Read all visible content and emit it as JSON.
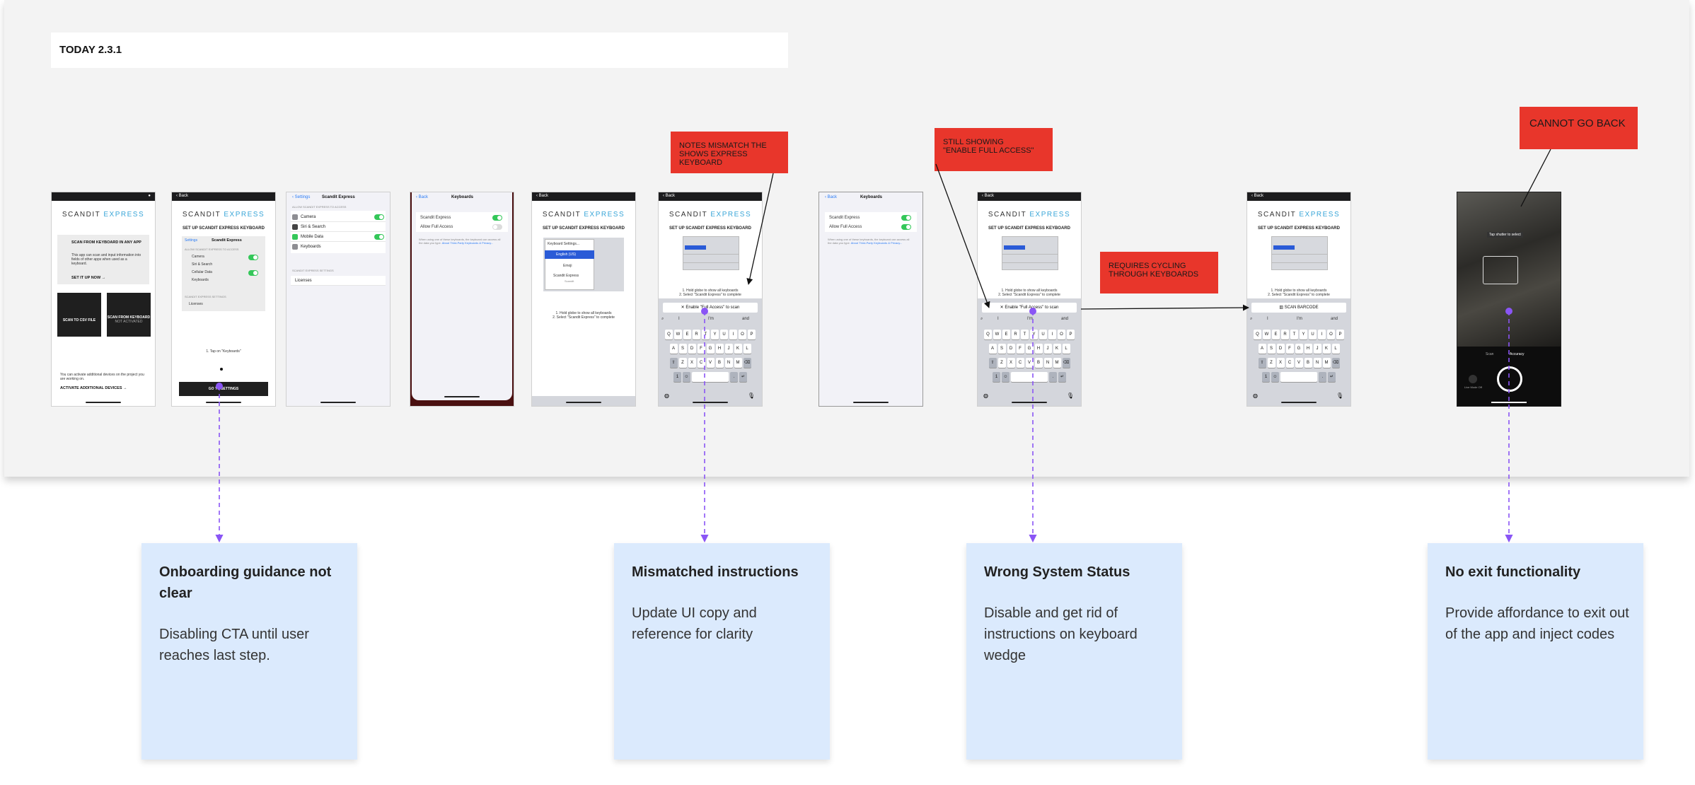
{
  "board": {
    "title": "TODAY 2.3.1"
  },
  "screens": {
    "s1": {
      "logo_a": "SCANDIT",
      "logo_b": "EXPRESS",
      "heading": "SCAN FROM KEYBOARD IN ANY APP",
      "body": "This app can scan and input information into fields of other apps when used as a keyboard.",
      "link": "SET IT UP NOW →",
      "tile_left": "SCAN TO CSV FILE",
      "tile_right": "SCAN FROM KEYBOARD",
      "tile_right_sub": "NOT ACTIVATED",
      "footer": "You can activate additional devices on the project you are working on.",
      "footer_link": "ACTIVATE ADDITIONAL DEVICES →"
    },
    "s2": {
      "back": "Back",
      "logo_a": "SCANDIT",
      "logo_b": "EXPRESS",
      "title": "SET UP SCANDIT EXPRESS KEYBOARD",
      "crumb_left": "Settings",
      "crumb_right": "Scandit Express",
      "section": "ALLOW SCANDIT EXPRESS TO ACCESS",
      "rows": [
        "Camera",
        "Siri & Search",
        "Cellular Data",
        "Keyboards"
      ],
      "section2": "SCANDIT EXPRESS SETTINGS",
      "row_licenses": "Licenses",
      "step": "1. Tap on \"Keyboards\"",
      "cta": "GO TO SETTINGS"
    },
    "s3": {
      "back": "Settings",
      "nav_title": "Scandit Express",
      "section": "ALLOW SCANDIT EXPRESS TO ACCESS",
      "rows": [
        "Camera",
        "Siri & Search",
        "Mobile Data",
        "Keyboards"
      ],
      "section2": "SCANDIT EXPRESS SETTINGS",
      "row_licenses": "Licenses"
    },
    "s4": {
      "back": "Back",
      "nav_title": "Keyboards",
      "row1": "Scandit Express",
      "row2": "Allow Full Access",
      "note": "When using one of these keyboards, the keyboard can access all the data you type.",
      "note_link": "About Third-Party Keyboards & Privacy..."
    },
    "s5": {
      "back": "Back",
      "logo_a": "SCANDIT",
      "logo_b": "EXPRESS",
      "title": "SET UP SCANDIT EXPRESS KEYBOARD",
      "menu": [
        "Keyboard Settings...",
        "English (US)",
        "Emoji",
        "Scandit Express"
      ],
      "menu_sub": "Scandit",
      "steps": "1. Hold globe to show all keyboards\n2. Select \"Scandit Express\" to complete"
    },
    "s6": {
      "back": "Back",
      "logo_a": "SCANDIT",
      "logo_b": "EXPRESS",
      "title": "SET UP SCANDIT EXPRESS KEYBOARD",
      "steps": "1. Hold globe to show all keyboards\n2. Select \"Scandit Express\" to complete",
      "banner": "Enable \"Full Access\" to scan",
      "suggestions": [
        "I",
        "I'm",
        "and"
      ]
    },
    "s7": {
      "back": "Back",
      "nav_title": "Keyboards",
      "row1": "Scandit Express",
      "row2": "Allow Full Access",
      "note": "When using one of these keyboards, the keyboard can access all the data you type.",
      "note_link": "About Third-Party Keyboards & Privacy..."
    },
    "s8": {
      "back": "Back",
      "logo_a": "SCANDIT",
      "logo_b": "EXPRESS",
      "title": "SET UP SCANDIT EXPRESS KEYBOARD",
      "steps": "1. Hold globe to show all keyboards\n2. Select \"Scandit Express\" to complete",
      "banner": "Enable \"Full Access\" to scan",
      "suggestions": [
        "I",
        "I'm",
        "and"
      ]
    },
    "s9": {
      "back": "Back",
      "logo_a": "SCANDIT",
      "logo_b": "EXPRESS",
      "title": "SET UP SCANDIT EXPRESS KEYBOARD",
      "steps": "1. Hold globe to show all keyboards\n2. Select \"Scandit Express\" to complete",
      "banner": "SCAN BARCODE",
      "suggestions": [
        "I",
        "I'm",
        "and"
      ]
    },
    "s10": {
      "tooltip": "Tap shutter to select",
      "mode_left": "Scan",
      "mode_right": "Accuracy",
      "bottom_left": "Live Mode Off"
    }
  },
  "keyboard": {
    "row1": [
      "Q",
      "W",
      "E",
      "R",
      "T",
      "Y",
      "U",
      "I",
      "O",
      "P"
    ],
    "row2": [
      "A",
      "S",
      "D",
      "F",
      "G",
      "H",
      "J",
      "K",
      "L"
    ],
    "row3": [
      "Z",
      "X",
      "C",
      "V",
      "B",
      "N",
      "M"
    ]
  },
  "notes": {
    "n1": "NOTES MISMATCH THE\nSHOWS EXPRESS KEYBOARD",
    "n2": "STILL SHOWING\n\"ENABLE FULL ACCESS\"",
    "n3": "REQUIRES CYCLING\nTHROUGH KEYBOARDS",
    "n4": "CANNOT GO BACK"
  },
  "cards": [
    {
      "title": "Onboarding guidance not clear",
      "body": "Disabling CTA until user reaches last step."
    },
    {
      "title": "Mismatched instructions",
      "body": "Update UI copy and reference for clarity"
    },
    {
      "title": "Wrong System Status",
      "body": "Disable and get rid of instructions on keyboard wedge"
    },
    {
      "title": "No exit functionality",
      "body": "Provide affordance to exit out of the app and inject codes"
    }
  ],
  "colors": {
    "note_red": "#e8362b",
    "card_blue": "#dbeafd",
    "connector_purple": "#8a55f5",
    "brand_blue": "#3aa6d8"
  }
}
